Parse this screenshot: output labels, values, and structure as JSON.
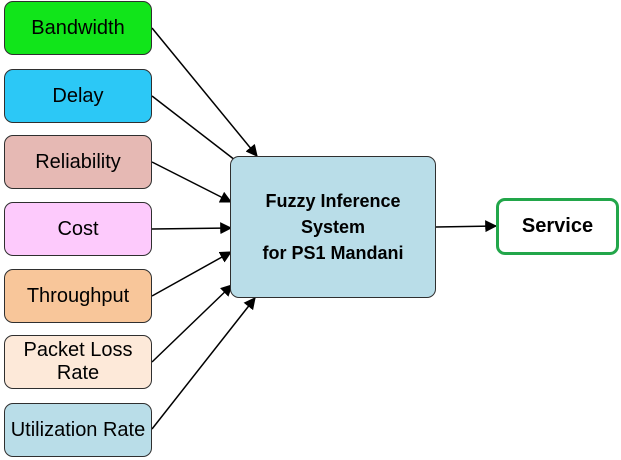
{
  "inputs": [
    {
      "label": "Bandwidth",
      "color": "#11e51a"
    },
    {
      "label": "Delay",
      "color": "#2cc8f6"
    },
    {
      "label": "Reliability",
      "color": "#e6b9b4"
    },
    {
      "label": "Cost",
      "color": "#fdcafc"
    },
    {
      "label": "Throughput",
      "color": "#f8c69a"
    },
    {
      "label": "Packet Loss Rate",
      "color": "#fde9d9"
    },
    {
      "label": "Utilization Rate",
      "color": "#b9dde8"
    }
  ],
  "system": {
    "line1": "Fuzzy Inference System",
    "line2": "for PS1 Mandani",
    "color": "#b9dde8"
  },
  "output": {
    "label": "Service",
    "border_color": "#22a64a"
  }
}
